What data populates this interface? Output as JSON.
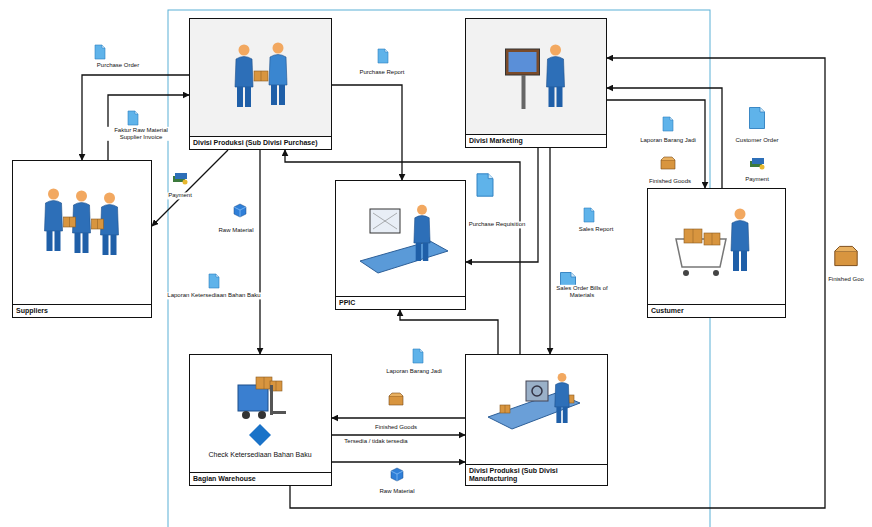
{
  "diagram": {
    "nodes": [
      {
        "text": [
          "Divisi Produksi (Sub Divisi Purchase)"
        ]
      },
      {
        "text": [
          "Divisi Marketing"
        ]
      },
      {
        "text": [
          "Suppliers"
        ]
      },
      {
        "text": [
          "PPIC"
        ]
      },
      {
        "text": [
          "Custumer"
        ]
      },
      {
        "text": [
          "Bagian Warehouse"
        ]
      },
      {
        "text": [
          "Check Ketersediaan Bahan Baku"
        ],
        "in": 5
      },
      {
        "text": [
          "Divisi Produksi (Sub Divisi Manufacturing"
        ]
      }
    ],
    "edges": [
      {
        "from": 0,
        "to": 2,
        "label": "Purchase Order",
        "arrow": "to"
      },
      {
        "from": 2,
        "to": 0,
        "label": "Faktur Raw Material Supplier Invoice",
        "arrow": "to"
      },
      {
        "from": 0,
        "to": 2,
        "label": "Payment",
        "arrow": "to"
      },
      {
        "from": 0,
        "to": 3,
        "label": "Purchase Report",
        "arrow": "to"
      },
      {
        "from": 0,
        "to": 5,
        "label": "Raw Material",
        "arrow": "to"
      },
      {
        "from": 7,
        "to": 0,
        "label": "Purchase Requisition",
        "arrow": "to"
      },
      {
        "from": 1,
        "to": 3,
        "label": "Sales Report",
        "arrow": "to"
      },
      {
        "from": 1,
        "to": 7,
        "label": "Sales Order Bills of Materials",
        "arrow": "to"
      },
      {
        "from": 1,
        "to": 4,
        "label": "Laporan Barang Jadi",
        "arrow": "to"
      },
      {
        "from": 4,
        "to": 1,
        "label": "Customer Order",
        "arrow": "to"
      },
      {
        "from": 7,
        "to": 3,
        "label": "Laporan Barang Jadi",
        "arrow": "to"
      },
      {
        "from": 7,
        "to": 5,
        "label": "Finished Goods",
        "arrow": "to"
      },
      {
        "from": 6,
        "to": 7,
        "label": "Tersedia / tidak tersedia",
        "arrow": "to"
      },
      {
        "from": 5,
        "to": 7,
        "label": "Raw Material",
        "arrow": "to"
      },
      {
        "from": 5,
        "to": 1,
        "label": "Finished Goo",
        "arrow": "to"
      }
    ],
    "labels": [
      "Laporan Ketersediaan Bahan Baku",
      "Finished Goods",
      "Payment"
    ]
  }
}
